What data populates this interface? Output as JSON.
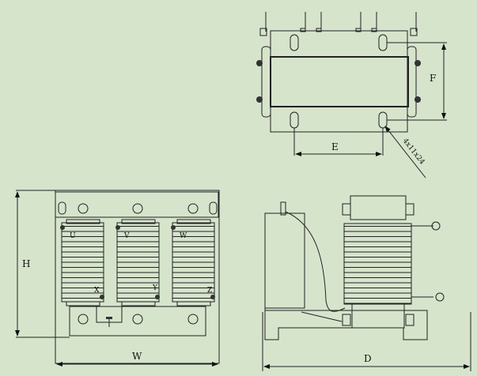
{
  "drawing": {
    "top_view": {
      "dim_e": "E",
      "dim_f": "F",
      "hole_spec": "4x11x24"
    },
    "front_view": {
      "dim_h": "H",
      "dim_w": "W",
      "terminals_top": [
        "U",
        "V",
        "W"
      ],
      "terminals_bottom": [
        "X",
        "Y",
        "Z"
      ]
    },
    "side_view": {
      "dim_d": "D"
    }
  }
}
